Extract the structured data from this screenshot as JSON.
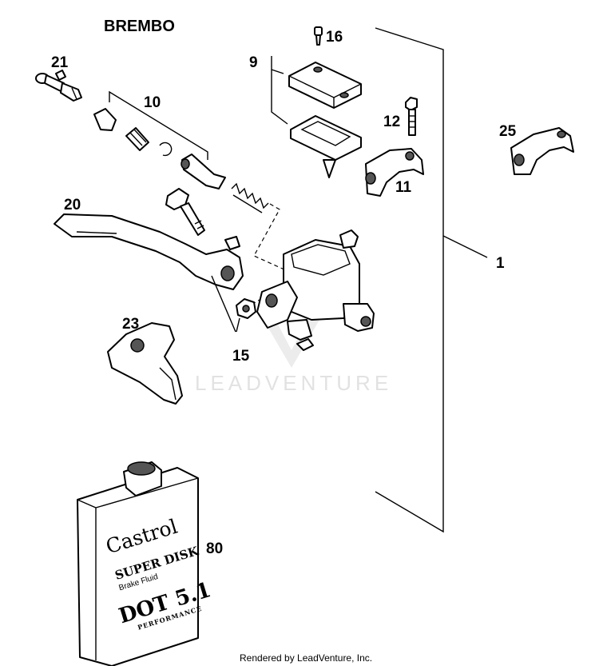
{
  "diagram": {
    "brand": "BREMBO",
    "watermark": "LEADVENTURE",
    "credit": "Rendered by LeadVenture, Inc.",
    "callouts": {
      "c1": "1",
      "c9": "9",
      "c10": "10",
      "c11": "11",
      "c12": "12",
      "c15": "15",
      "c16": "16",
      "c20": "20",
      "c21": "21",
      "c23": "23",
      "c25": "25",
      "c80": "80"
    },
    "fluid_can": {
      "brand": "Castrol",
      "product": "SUPER DISK",
      "type": "Brake Fluid",
      "grade": "DOT 5.1",
      "tag": "PERFORMANCE"
    }
  }
}
